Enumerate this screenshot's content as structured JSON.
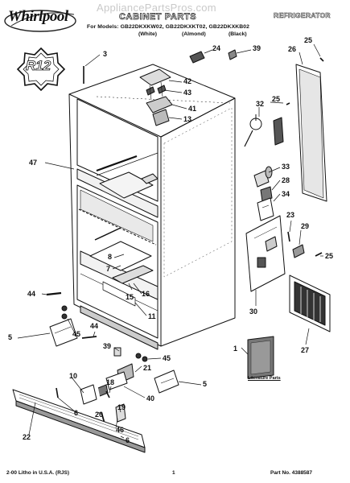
{
  "header": {
    "brand": "Whirlpool",
    "watermark": "AppliancePartsPros.com",
    "title": "CABINET PARTS",
    "category": "REFRIGERATOR",
    "models_line": "For Models: GB22DKXKW02, GB22DKXKT02, GB22DKXKB02",
    "colors": [
      "(White)",
      "(Almond)",
      "(Black)"
    ],
    "badge": "R12"
  },
  "callouts": [
    {
      "id": "c3",
      "label": "3"
    },
    {
      "id": "c24",
      "label": "24"
    },
    {
      "id": "c39a",
      "label": "39"
    },
    {
      "id": "c25a",
      "label": "25"
    },
    {
      "id": "c26",
      "label": "26"
    },
    {
      "id": "c42",
      "label": "42"
    },
    {
      "id": "c43",
      "label": "43"
    },
    {
      "id": "c41",
      "label": "41"
    },
    {
      "id": "c13",
      "label": "13"
    },
    {
      "id": "c32",
      "label": "32"
    },
    {
      "id": "c25b",
      "label": "25"
    },
    {
      "id": "c47",
      "label": "47"
    },
    {
      "id": "c33",
      "label": "33"
    },
    {
      "id": "c28",
      "label": "28"
    },
    {
      "id": "c34",
      "label": "34"
    },
    {
      "id": "c23",
      "label": "23"
    },
    {
      "id": "c29",
      "label": "29"
    },
    {
      "id": "c25c",
      "label": "25"
    },
    {
      "id": "c8",
      "label": "8"
    },
    {
      "id": "c7",
      "label": "7"
    },
    {
      "id": "c44a",
      "label": "44"
    },
    {
      "id": "c15",
      "label": "15"
    },
    {
      "id": "c16",
      "label": "16"
    },
    {
      "id": "c11",
      "label": "11"
    },
    {
      "id": "c30",
      "label": "30"
    },
    {
      "id": "c5a",
      "label": "5"
    },
    {
      "id": "c45a",
      "label": "45"
    },
    {
      "id": "c44b",
      "label": "44"
    },
    {
      "id": "c39b",
      "label": "39"
    },
    {
      "id": "c45b",
      "label": "45"
    },
    {
      "id": "c1",
      "label": "1"
    },
    {
      "id": "c27",
      "label": "27"
    },
    {
      "id": "c21",
      "label": "21"
    },
    {
      "id": "c10",
      "label": "10"
    },
    {
      "id": "c18",
      "label": "18"
    },
    {
      "id": "c5b",
      "label": "5"
    },
    {
      "id": "c40",
      "label": "40"
    },
    {
      "id": "c6a",
      "label": "6"
    },
    {
      "id": "c20",
      "label": "20"
    },
    {
      "id": "c19",
      "label": "19"
    },
    {
      "id": "c22",
      "label": "22"
    },
    {
      "id": "c46",
      "label": "46"
    },
    {
      "id": "c6b",
      "label": "6"
    }
  ],
  "literature_label": "Literature Parts",
  "footer": {
    "left": "2-00 Litho in U.S.A. (RJS)",
    "center": "1",
    "right": "Part No. 4388587"
  }
}
